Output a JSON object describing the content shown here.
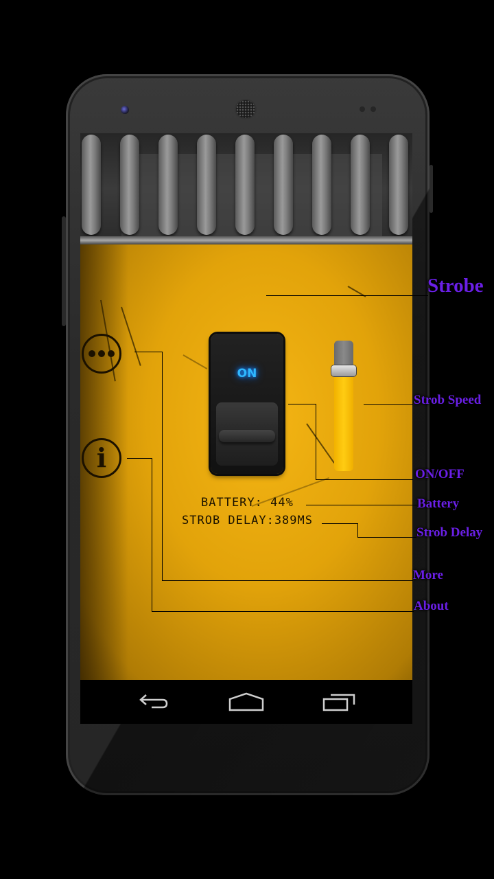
{
  "app": {
    "strobe_icon": "lightning-bolt-icon",
    "power_switch": {
      "label": "ON",
      "state": "on"
    },
    "strobe_speed_slider": {
      "value_percent": 80
    },
    "status": {
      "battery": "BATTERY: 44%",
      "strobe_delay": "STROB DELAY:389MS"
    },
    "buttons": {
      "more_icon": "more-dots-icon",
      "about_icon": "info-icon",
      "about_glyph": "i"
    }
  },
  "annotations": {
    "strobe": "Strobe",
    "strob_speed": "Strob Speed",
    "on_off": "ON/OFF",
    "battery": "Battery",
    "strob_delay": "Strob Delay",
    "more": "More",
    "about": "About"
  },
  "navbar": {
    "back": "back-icon",
    "home": "home-icon",
    "recents": "recents-icon"
  },
  "colors": {
    "panel": "#e2a30a",
    "annotation": "#6a1fe6",
    "switch_glow": "#2fb8ff",
    "slider_fill": "#ffcc12"
  }
}
